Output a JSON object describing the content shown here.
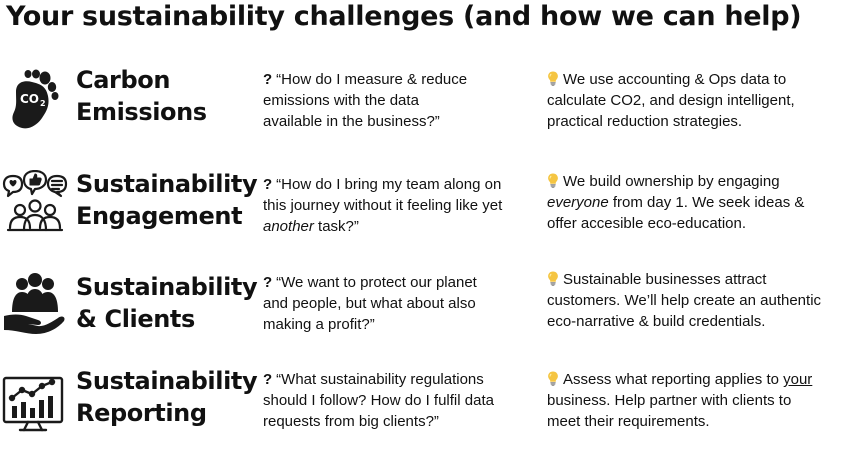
{
  "title": "Your sustainability challenges (and how we can help)",
  "icons": {
    "row1": "co2-footprint-icon",
    "row2": "engagement-feedback-icon",
    "row3": "clients-hand-icon",
    "row4": "reporting-chart-icon",
    "answer": "lightbulb-icon"
  },
  "icon_label": "CO",
  "icon_label_sub": "2",
  "rows": [
    {
      "heading_line1": "Carbon",
      "heading_line2": "Emissions",
      "question_mark": "?",
      "question": [
        "“How do I measure & reduce",
        "emissions with the data",
        "available in the business?”"
      ],
      "answer": [
        "We use accounting & Ops data to",
        "calculate CO2, and design intelligent,",
        "practical reduction strategies."
      ]
    },
    {
      "heading_line1": "Sustainability",
      "heading_line2": "Engagement",
      "question_mark": "?",
      "question": {
        "line1": "“How do I bring my team along on",
        "line2": "this journey without it feeling like yet",
        "line3_em": "another",
        "line3_rest": " task?”"
      },
      "answer": {
        "line1": "We build ownership by engaging",
        "line2_em": "everyone",
        "line2_rest": " from day 1. We seek ideas &",
        "line3": "offer accesible eco-education."
      }
    },
    {
      "heading_line1": "Sustainability",
      "heading_line2": "& Clients",
      "question_mark": "?",
      "question": [
        "“We want to protect our planet",
        "and people, but what about also",
        "making a profit?”"
      ],
      "answer": [
        "Sustainable businesses attract",
        "customers. We’ll help create an authentic",
        "eco-narrative & build credentials."
      ]
    },
    {
      "heading_line1": "Sustainability",
      "heading_line2": "Reporting",
      "question_mark": "?",
      "question": [
        "“What sustainability regulations",
        "should I follow? How do I fulfil data",
        "requests from big clients?”"
      ],
      "answer": {
        "line1_pre": "Assess what reporting applies to ",
        "line1_u": "your",
        "line2": "business. Help partner with clients to",
        "line3": "meet their requirements."
      }
    }
  ]
}
